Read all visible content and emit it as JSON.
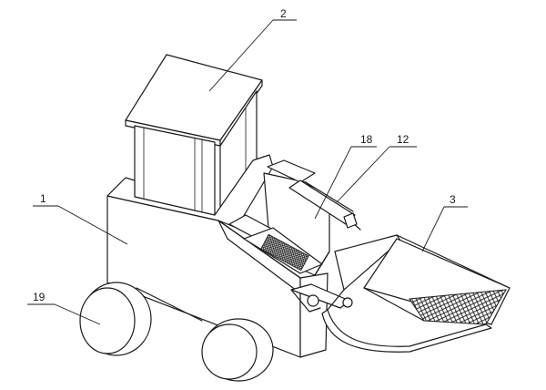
{
  "callouts": {
    "body": "1",
    "cab": "2",
    "bucket": "3",
    "cylinder": "12",
    "arm": "18",
    "wheel": "19"
  }
}
